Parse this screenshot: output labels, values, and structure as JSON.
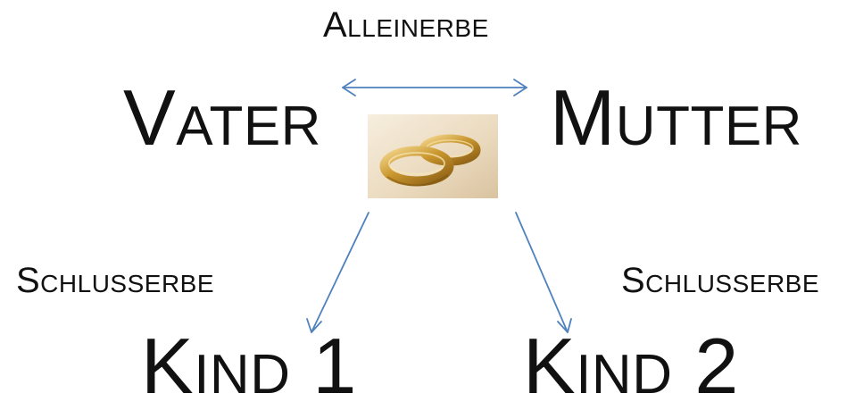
{
  "spouses": {
    "left": "Vater",
    "right": "Mutter",
    "relation_label": "Alleinerbe"
  },
  "children": {
    "left": "Kind 1",
    "right": "Kind 2",
    "left_relation_label": "Schlusserbe",
    "right_relation_label": "Schlusserbe"
  },
  "colors": {
    "arrow": "#4f81bd",
    "ring_gold": "#c9962e",
    "ring_highlight": "#f2d58a",
    "photo_background": "#efe3cf",
    "text": "#111111"
  },
  "image": {
    "icon": "wedding-rings-icon"
  }
}
